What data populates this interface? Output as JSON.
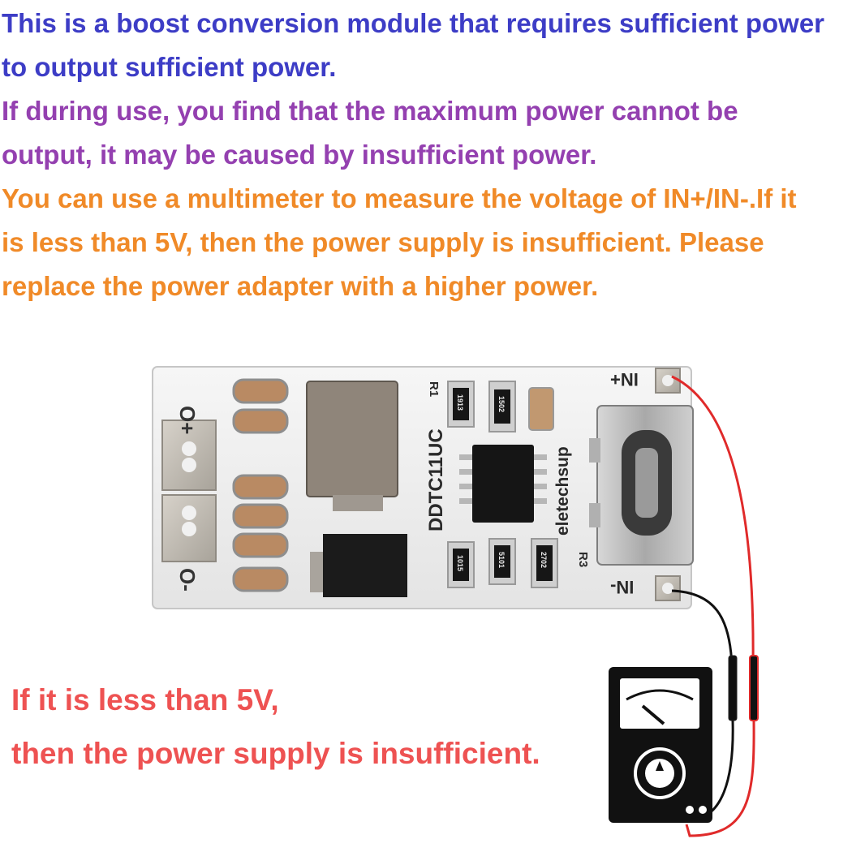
{
  "description": {
    "line1": "This is a boost conversion module that requires sufficient power",
    "line2": "to output sufficient power.",
    "line3": "If during use, you find that the maximum power cannot be",
    "line4": "output, it may be caused by insufficient power.",
    "line5": "You can use a multimeter to measure the voltage of IN+/IN-.If it",
    "line6": "is less than 5V, then the power supply is insufficient. Please",
    "line7": "replace the power adapter with a higher power."
  },
  "warning": {
    "line1": "If it is less than 5V,",
    "line2": "then the power supply is insufficient."
  },
  "board": {
    "out_plus": "O+",
    "out_minus": "O-",
    "in_plus": "IN+",
    "in_minus": "IN-",
    "model": "DDTC11UC",
    "brand": "eletechsup",
    "r1_label": "R1",
    "r3_label": "R3",
    "resistor_a": "1913",
    "resistor_b": "1502",
    "resistor_c": "1015",
    "resistor_d": "5101",
    "resistor_e": "2702"
  },
  "colors": {
    "title_blue": "#3d3dc6",
    "purple": "#9440b0",
    "orange": "#f08a28",
    "warning_red": "#ee5252",
    "probe_red": "#e02a2a",
    "probe_black": "#111111"
  },
  "icons": {
    "meter": "multimeter-icon",
    "usb": "usb-c-connector-icon"
  }
}
